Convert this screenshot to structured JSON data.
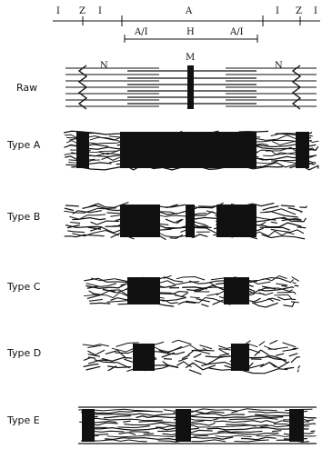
{
  "header": {
    "left_labels": [
      "I",
      "Z",
      "I"
    ],
    "right_labels": [
      "I",
      "Z",
      "I"
    ],
    "a_band": "A",
    "ai_left": "A/I",
    "h_zone": "H",
    "ai_right": "A/I"
  },
  "raw": {
    "label": "Raw",
    "m_line": "M",
    "n_left": "N",
    "n_right": "N"
  },
  "rows": [
    {
      "label": "Type A"
    },
    {
      "label": "Type B"
    },
    {
      "label": "Type C"
    },
    {
      "label": "Type D"
    },
    {
      "label": "Type E"
    }
  ],
  "colors": {
    "ink": "#111111",
    "background": "#ffffff"
  }
}
